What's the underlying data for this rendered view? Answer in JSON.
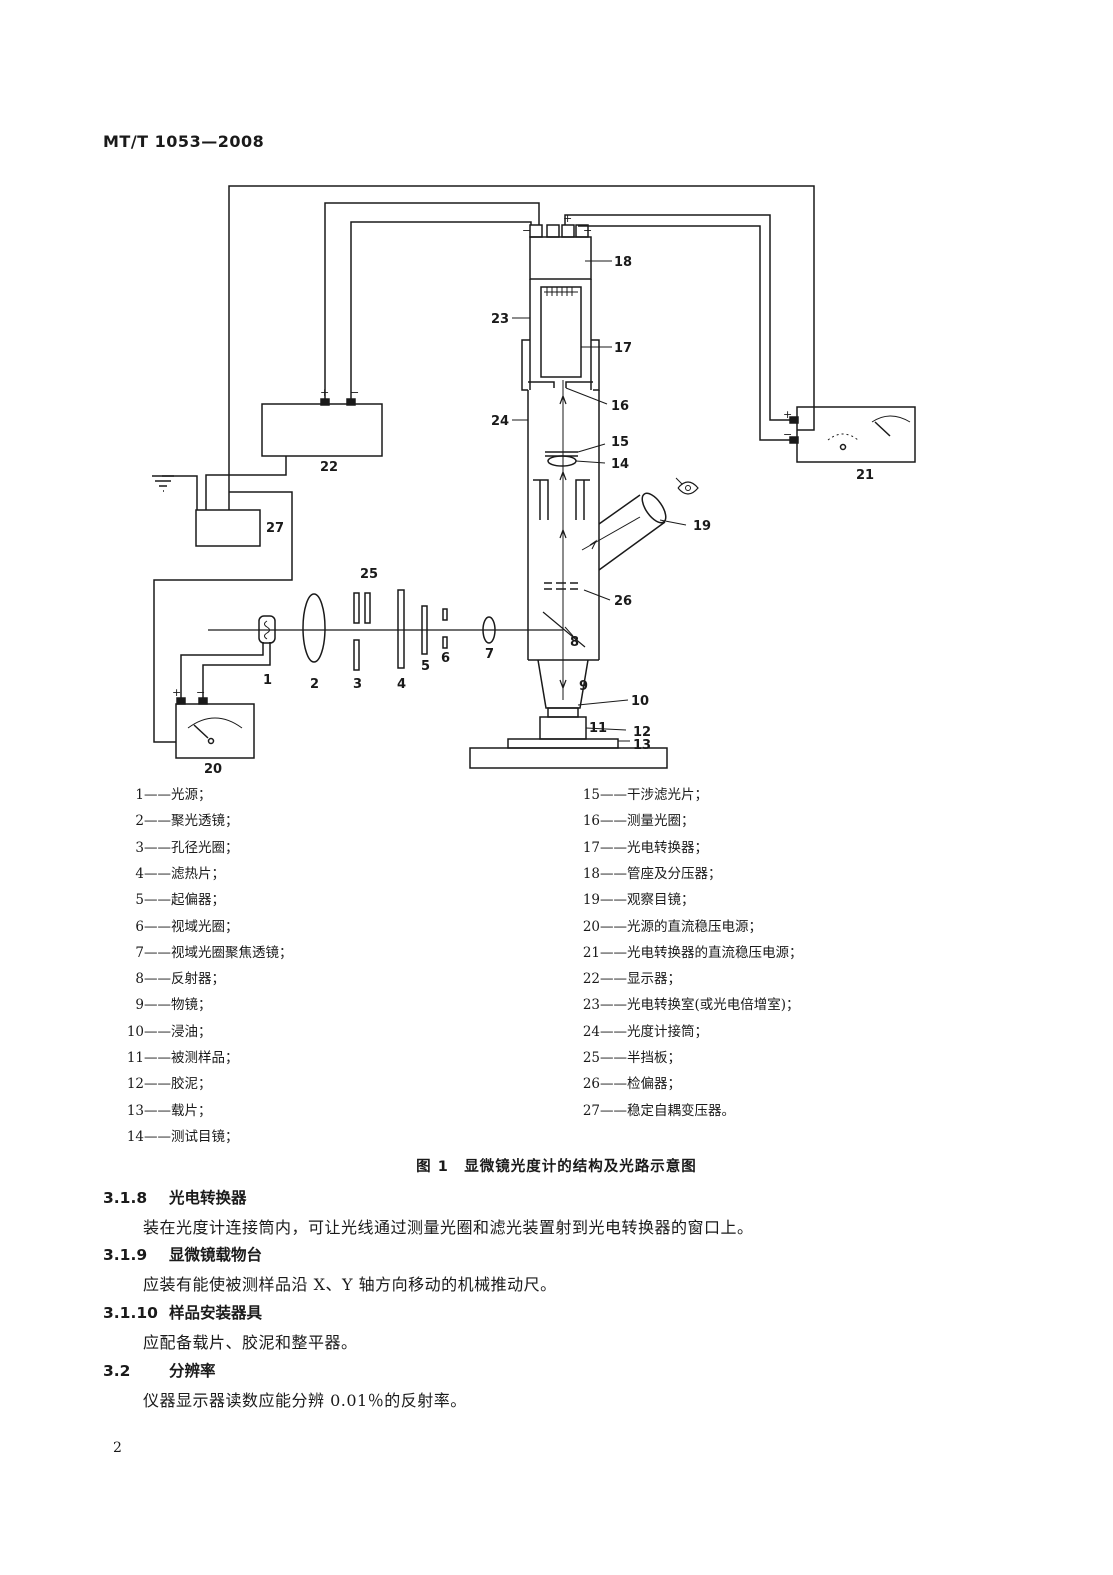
{
  "header": {
    "code": "MT/T 1053—2008"
  },
  "figure": {
    "labels": {
      "l1": "1",
      "l2": "2",
      "l3": "3",
      "l4": "4",
      "l5": "5",
      "l6": "6",
      "l7": "7",
      "l8": "8",
      "l9": "9",
      "l10": "10",
      "l11": "11",
      "l12": "12",
      "l13": "13",
      "l14": "14",
      "l15": "15",
      "l16": "16",
      "l17": "17",
      "l18": "18",
      "l19": "19",
      "l20": "20",
      "l21": "21",
      "l22": "22",
      "l23": "23",
      "l24": "24",
      "l25": "25",
      "l26": "26",
      "l27": "27"
    },
    "polarity": {
      "plus": "+",
      "minus": "−"
    },
    "legend_left": [
      {
        "num": "1",
        "text": "——光源；"
      },
      {
        "num": "2",
        "text": "——聚光透镜；"
      },
      {
        "num": "3",
        "text": "——孔径光圈；"
      },
      {
        "num": "4",
        "text": "——滤热片；"
      },
      {
        "num": "5",
        "text": "——起偏器；"
      },
      {
        "num": "6",
        "text": "——视域光圈；"
      },
      {
        "num": "7",
        "text": "——视域光圈聚焦透镜；"
      },
      {
        "num": "8",
        "text": "——反射器；"
      },
      {
        "num": "9",
        "text": "——物镜；"
      },
      {
        "num": "10",
        "text": "——浸油；"
      },
      {
        "num": "11",
        "text": "——被测样品；"
      },
      {
        "num": "12",
        "text": "——胶泥；"
      },
      {
        "num": "13",
        "text": "——载片；"
      },
      {
        "num": "14",
        "text": "——测试目镜；"
      }
    ],
    "legend_right": [
      {
        "num": "15",
        "text": "——干涉滤光片；"
      },
      {
        "num": "16",
        "text": "——测量光圈；"
      },
      {
        "num": "17",
        "text": "——光电转换器；"
      },
      {
        "num": "18",
        "text": "——管座及分压器；"
      },
      {
        "num": "19",
        "text": "——观察目镜；"
      },
      {
        "num": "20",
        "text": "——光源的直流稳压电源；"
      },
      {
        "num": "21",
        "text": "——光电转换器的直流稳压电源；"
      },
      {
        "num": "22",
        "text": "——显示器；"
      },
      {
        "num": "23",
        "text": "——光电转换室(或光电倍增室)；"
      },
      {
        "num": "24",
        "text": "——光度计接筒；"
      },
      {
        "num": "25",
        "text": "——半挡板；"
      },
      {
        "num": "26",
        "text": "——检偏器；"
      },
      {
        "num": "27",
        "text": "——稳定自耦变压器。"
      }
    ],
    "caption": "图 1　显微镜光度计的结构及光路示意图"
  },
  "sections": [
    {
      "number": "3.1.8",
      "title": "光电转换器",
      "body": "装在光度计连接筒内，可让光线通过测量光圈和滤光装置射到光电转换器的窗口上。"
    },
    {
      "number": "3.1.9",
      "title": "显微镜载物台",
      "body": "应装有能使被测样品沿 X、Y 轴方向移动的机械推动尺。"
    },
    {
      "number": "3.1.10",
      "title": "样品安装器具",
      "body": "应配备载片、胶泥和整平器。"
    },
    {
      "number": "3.2",
      "title": "分辨率",
      "body": "仪器显示器读数应能分辨 0.01％的反射率。"
    }
  ],
  "page_number": "2"
}
